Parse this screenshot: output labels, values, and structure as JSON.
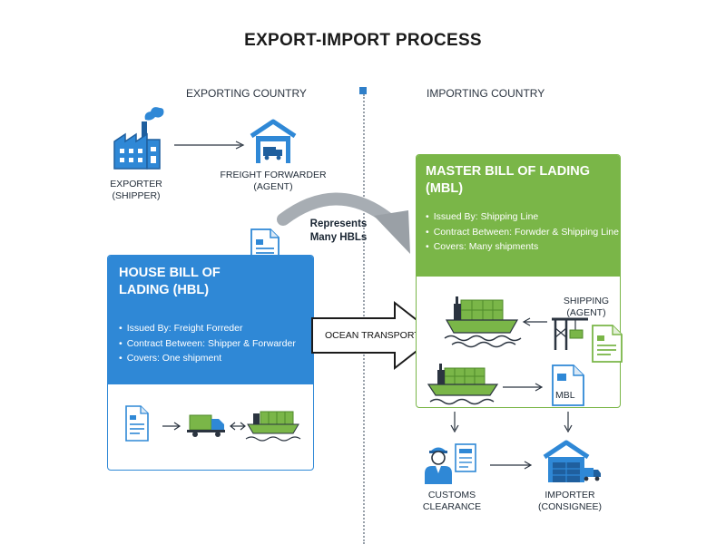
{
  "title": "EXPORT-IMPORT PROCESS",
  "exporting_country": "EXPORTING COUNTRY",
  "importing_country": "IMPORTING COUNTRY",
  "exporter": {
    "line1": "EXPORTER",
    "line2": "(SHIPPER)"
  },
  "freight_forwarder": {
    "line1": "FREIGHT FORWARDER",
    "line2": "(AGENT)"
  },
  "represents": {
    "line1": "Represents",
    "line2": "Many HBLs"
  },
  "hbl": {
    "title_line1": "HOUSE BILL OF",
    "title_line2": "LADING (HBL)",
    "bullets": [
      "Issued By: Freight Forreder",
      "Contract Between: Shipper & Forwarder",
      "Covers: One shipment"
    ]
  },
  "mbl": {
    "title_line1": "MASTER BILL OF LADING",
    "title_line2": "(MBL)",
    "bullets": [
      "Issued By: Shipping Line",
      "Contract Between: Forwder & Shipping Line",
      "Covers: Many shipments"
    ]
  },
  "ocean_transport": "OCEAN TRANSPORT",
  "shipping_agent": {
    "line1": "SHIPPING",
    "line2": "(AGENT)"
  },
  "mbl_doc_label": "MBL",
  "customs": {
    "line1": "CUSTOMS",
    "line2": "CLEARANCE"
  },
  "importer": {
    "line1": "IMPORTER",
    "line2": "(CONSIGNEE)"
  },
  "colors": {
    "blue": "#2f88d6",
    "green": "#7ab648",
    "dark": "#1f2a36"
  },
  "icons": [
    "factory-icon",
    "warehouse-icon",
    "document-icon",
    "truck-icon",
    "ship-icon",
    "crane-icon",
    "customs-officer-icon"
  ]
}
